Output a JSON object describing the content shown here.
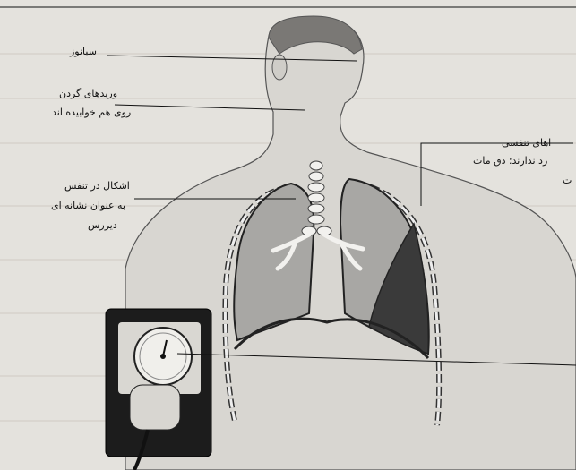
{
  "labels": {
    "cyanosis": "سیانوز",
    "neck_veins_1": "وریدهای گردن",
    "neck_veins_2": "روی هم خوابیده اند",
    "breathing_1": "اشکال در تنفس",
    "breathing_2": "به عنوان نشانه ای",
    "breathing_3": "دیررس",
    "right_1": "اهای تنفسی",
    "right_2": "رد ندارند؛ دق مات",
    "right_3": "ت"
  },
  "colors": {
    "paper": "#e4e2dd",
    "lung": "#a8a7a4",
    "collapsed_lung": "#3a3a3a",
    "line": "#111111"
  }
}
